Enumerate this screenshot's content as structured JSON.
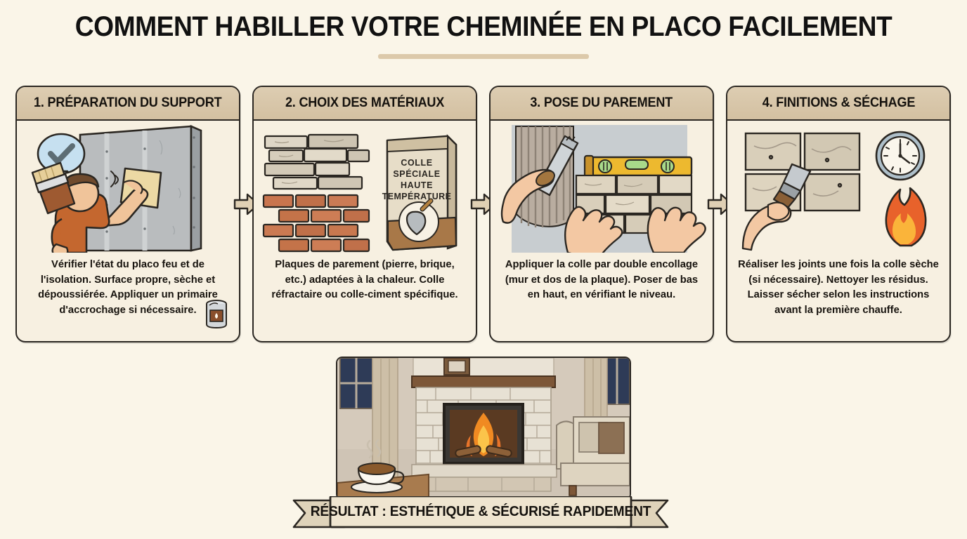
{
  "page": {
    "title": "COMMENT HABILLER VOTRE CHEMINÉE EN PLACO FACILEMENT",
    "background_color": "#faf5e8",
    "accent_color": "#dcc9aa",
    "outline_color": "#2b2722"
  },
  "steps": [
    {
      "header": "1. PRÉPARATION DU SUPPORT",
      "caption": "Vérifier l'état du placo feu et de l'isolation. Surface propre, sèche et dépoussiérée. Appliquer un primaire d'accrochage si nécessaire.",
      "illustration": "worker wiping drywall panel with cloth, holding paint brush, blue check speech bubble",
      "icons": [
        "check-bubble-icon",
        "paint-brush-icon",
        "drywall-panel-icon",
        "cloth-icon",
        "primer-can-icon"
      ]
    },
    {
      "header": "2. CHOIX DES MATÉRIAUX",
      "caption": "Plaques de parement (pierre, brique, etc.) adaptées à la chaleur. Colle réfractaire ou colle-ciment spécifique.",
      "illustration": "stone cladding panels, brick wall sample, adhesive bag",
      "icons": [
        "stone-panel-icon",
        "brick-wall-icon",
        "adhesive-bag-icon",
        "trowel-icon"
      ],
      "bag_label": [
        "COLLE",
        "SPÉCIALE",
        "HAUTE",
        "TEMPÉRATURE"
      ]
    },
    {
      "header": "3. POSE DU PAREMENT",
      "caption": "Appliquer la colle par double encollage (mur et dos de la plaque). Poser de bas en haut, en vérifiant le niveau.",
      "illustration": "hands using notched trowel to spread adhesive and placing stone panels with spirit level",
      "icons": [
        "notched-trowel-icon",
        "hand-icon",
        "spirit-level-icon",
        "stone-panel-icon"
      ]
    },
    {
      "header": "4. FINITIONS & SÉCHAGE",
      "caption": "Réaliser les joints une fois la colle sèche (si nécessaire). Nettoyer les résidus. Laisser sécher selon les instructions avant la première chauffe.",
      "illustration": "hand with jointing knife finishing grout lines on stone tiles, wall clock and flame icons",
      "icons": [
        "jointing-knife-icon",
        "hand-icon",
        "stone-tile-icon",
        "clock-icon",
        "flame-icon"
      ]
    }
  ],
  "arrows": {
    "label": "arrow-right",
    "count": 3,
    "fill_color": "#e0d0b4"
  },
  "result": {
    "photo_alt": "Salon avec cheminée habillée en pierre, feu allumé, fauteuil et tasse de thé",
    "ribbon_text": "RÉSULTAT : ESTHÉTIQUE & SÉCURISÉ RAPIDEMENT",
    "ribbon_fill": "#eee4cf"
  }
}
